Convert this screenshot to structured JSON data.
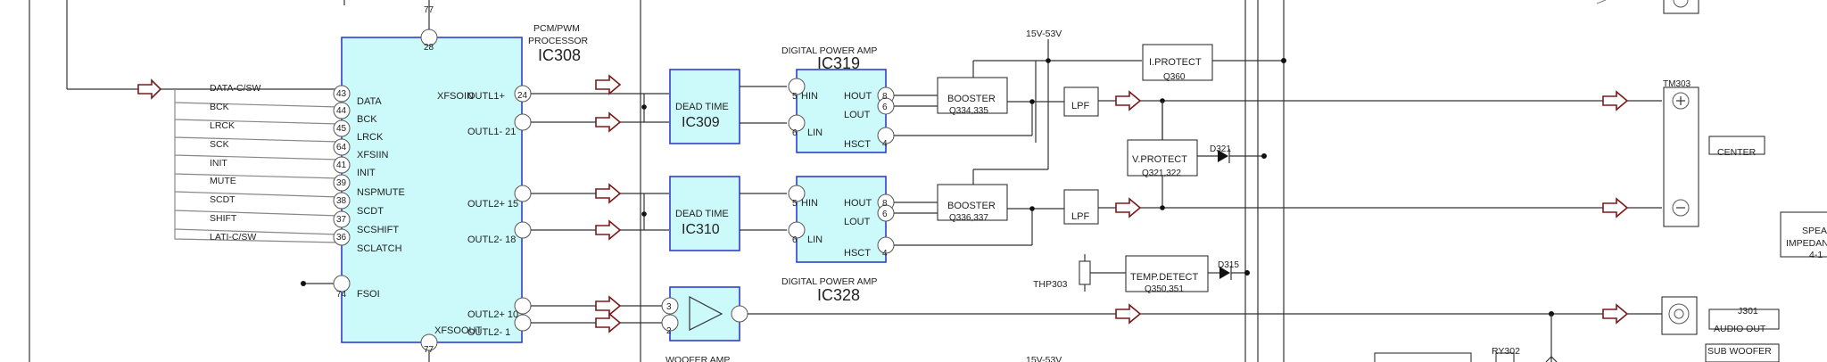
{
  "ic308": {
    "title1": "PCM/PWM",
    "title2": "PROCESSOR",
    "name": "IC308",
    "pin_top": "28",
    "pin_top_ext": "77",
    "pin_bottom": "77",
    "xfsoin": "XFSOIN",
    "xfsoout": "XFSOOUT",
    "inputs": [
      {
        "pin": "43",
        "label": "DATA"
      },
      {
        "pin": "44",
        "label": "BCK"
      },
      {
        "pin": "45",
        "label": "LRCK"
      },
      {
        "pin": "64",
        "label": "XFSIIN"
      },
      {
        "pin": "41",
        "label": "INIT"
      },
      {
        "pin": "39",
        "label": "NSPMUTE"
      },
      {
        "pin": "38",
        "label": "SCDT"
      },
      {
        "pin": "37",
        "label": "SCSHIFT"
      },
      {
        "pin": "36",
        "label": "SCLATCH"
      },
      {
        "pin": "74",
        "label": "FSOI"
      }
    ],
    "outputs": [
      {
        "label": "OUTL1+",
        "pin": "24"
      },
      {
        "label": "OUTL1- 21",
        "pin": ""
      },
      {
        "label": "OUTL2+ 15",
        "pin": ""
      },
      {
        "label": "OUTL2- 18",
        "pin": ""
      },
      {
        "label": "OUTL2+ 10",
        "pin": ""
      },
      {
        "label": "OUTL2- 1",
        "pin": ""
      }
    ]
  },
  "signals": [
    "DATA-C/SW",
    "BCK",
    "LRCK",
    "SCK",
    "INIT",
    "MUTE",
    "SCDT",
    "SHIFT",
    "LATI-C/SW"
  ],
  "dead1": {
    "label": "DEAD TIME",
    "name": "IC309"
  },
  "dead2": {
    "label": "DEAD TIME",
    "name": "IC310"
  },
  "amp1": {
    "title": "DIGITAL POWER AMP",
    "name": "IC319",
    "hin_pin": "5",
    "lin_pin": "6",
    "hout_pin": "8",
    "lout_pin": "6",
    "hsct_pin": "4",
    "hin": "HIN",
    "lin": "LIN",
    "hout": "HOUT",
    "lout": "LOUT",
    "hsct": "HSCT"
  },
  "amp2": {
    "title": "DIGITAL POWER AMP",
    "name": "IC328",
    "hin_pin": "5",
    "lin_pin": "6",
    "hout_pin": "8",
    "lout_pin": "6",
    "hsct_pin": "4",
    "hin": "HIN",
    "lin": "LIN",
    "hout": "HOUT",
    "lout": "LOUT",
    "hsct": "HSCT"
  },
  "booster1": {
    "label": "BOOSTER",
    "ref": "Q334,335"
  },
  "booster2": {
    "label": "BOOSTER",
    "ref": "Q336,337"
  },
  "supply_top": "15V-53V",
  "supply_bottom": "15V-53V",
  "lpf1": "LPF",
  "lpf2": "LPF",
  "iprotect": {
    "label": "I.PROTECT",
    "ref": "Q360"
  },
  "vprotect": {
    "label": "V.PROTECT",
    "ref": "Q321,322"
  },
  "d321": "D321",
  "tempdetect": {
    "label": "TEMP.DETECT",
    "ref": "Q350,351"
  },
  "d315": "D315",
  "thp": "THP303",
  "woofer": {
    "label": "WOOFER AMP",
    "pin_a": "3",
    "pin_b": "2"
  },
  "tm303": "TM303",
  "center": "CENTER",
  "speaker": {
    "line1": "SPEA",
    "line2": "IMPEDAN",
    "line3": "4-1"
  },
  "j301": "J301",
  "audio_out": "AUDIO OUT",
  "sub_woofer": "SUB WOOFER",
  "ry302": "RY302"
}
